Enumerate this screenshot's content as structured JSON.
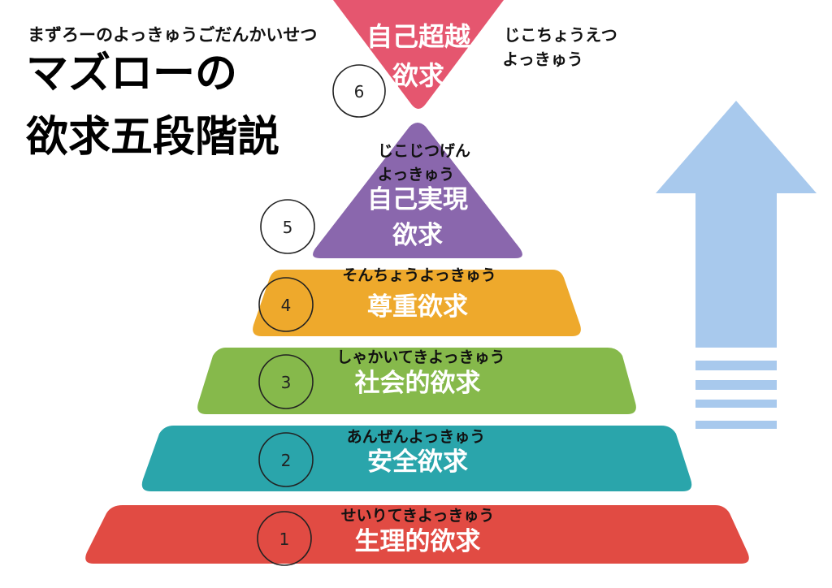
{
  "title": {
    "ruby": "まずろーのよっきゅうごだんかいせつ",
    "line1": "マズローの",
    "line2": "欲求五段階説"
  },
  "levels": [
    {
      "number": "1",
      "ruby": "せいりてきよっきゅう",
      "label": "生理的欲求",
      "color": "#e14b43"
    },
    {
      "number": "2",
      "ruby": "あんぜんよっきゅう",
      "label": "安全欲求",
      "color": "#2aa5ab"
    },
    {
      "number": "3",
      "ruby": "しゃかいてきよっきゅう",
      "label": "社会的欲求",
      "color": "#86b94b"
    },
    {
      "number": "4",
      "ruby": "そんちょうよっきゅう",
      "label": "尊重欲求",
      "color": "#eea92c"
    },
    {
      "number": "5",
      "ruby_line1": "じこじつげん",
      "ruby_line2": "よっきゅう",
      "label_line1": "自己実現",
      "label_line2": "欲求",
      "color": "#8a67ad"
    },
    {
      "number": "6",
      "ruby_line1": "じこちょうえつ",
      "ruby_line2": "よっきゅう",
      "label_line1": "自己超越",
      "label_line2": "欲求",
      "color": "#e5566f"
    }
  ],
  "arrow_color": "#a8c9ed"
}
